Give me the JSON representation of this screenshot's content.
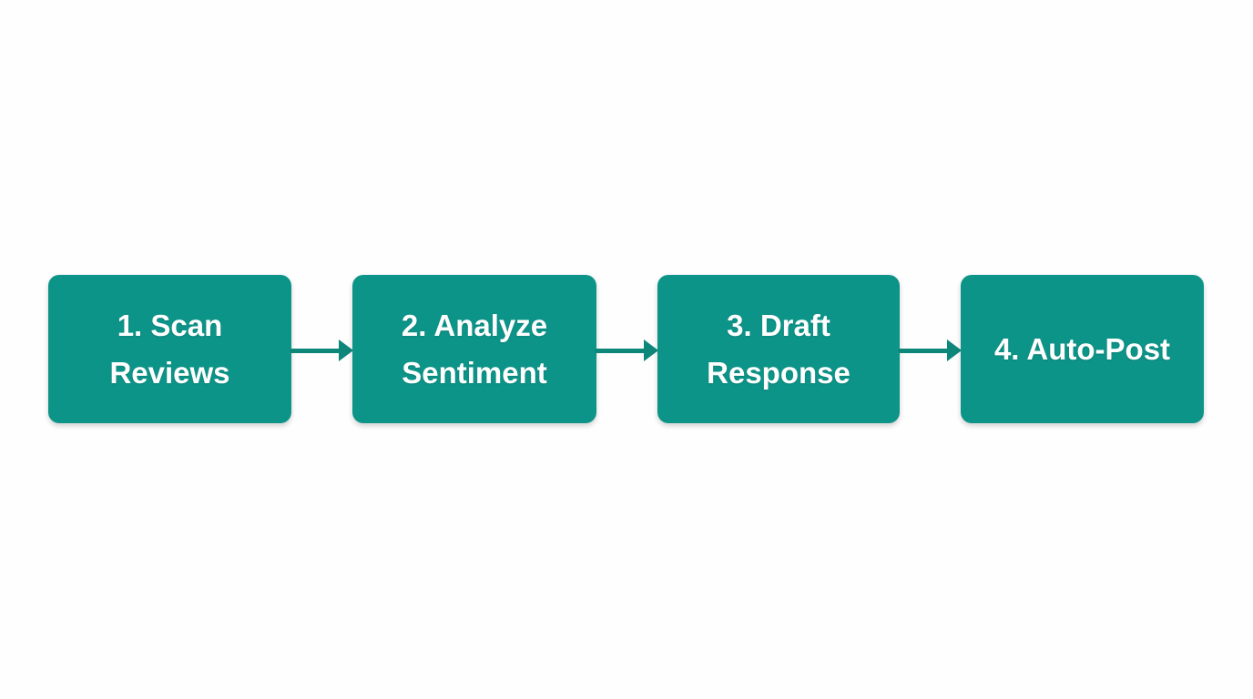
{
  "diagram": {
    "type": "flowchart",
    "direction": "left-to-right",
    "steps": [
      {
        "id": 1,
        "label": "1. Scan Reviews"
      },
      {
        "id": 2,
        "label": "2. Analyze Sentiment"
      },
      {
        "id": 3,
        "label": "3. Draft Response"
      },
      {
        "id": 4,
        "label": "4. Auto-Post"
      }
    ],
    "connections": [
      {
        "from": 1,
        "to": 2
      },
      {
        "from": 2,
        "to": 3
      },
      {
        "from": 3,
        "to": 4
      }
    ],
    "colors": {
      "box_fill": "#0d9488",
      "arrow": "#0e877b",
      "text": "#ffffff",
      "background": "#fefefe"
    }
  }
}
